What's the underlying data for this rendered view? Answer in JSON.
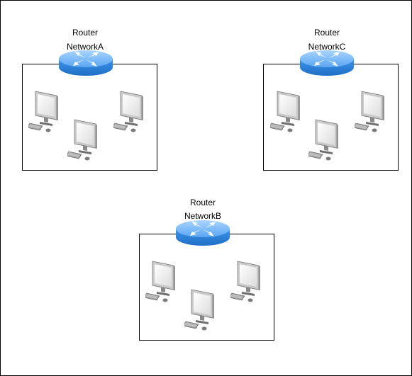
{
  "networks": [
    {
      "id": "a",
      "router_label": "Router",
      "network_label": "NetworkA"
    },
    {
      "id": "c",
      "router_label": "Router",
      "network_label": "NetworkC"
    },
    {
      "id": "b",
      "router_label": "Router",
      "network_label": "NetworkB"
    }
  ],
  "icons": {
    "router": "router-icon",
    "computer": "desktop-computer-icon"
  },
  "colors": {
    "router_top": "#7ab8ff",
    "router_body": "#2f86e0",
    "border": "#000000"
  }
}
